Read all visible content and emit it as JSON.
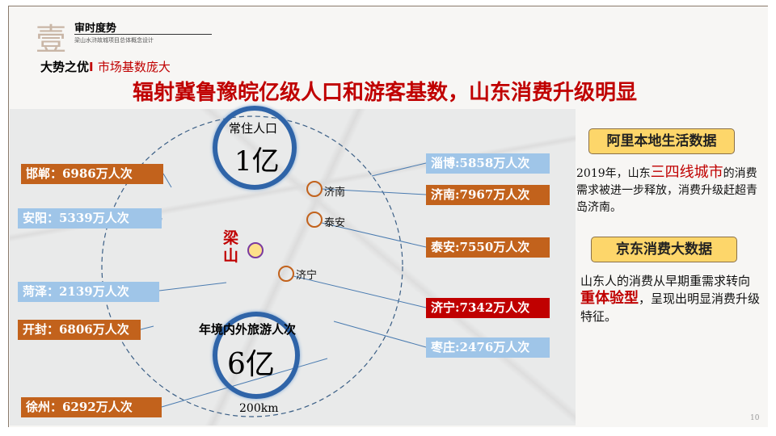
{
  "header": {
    "ordinal": "壹",
    "section": "审时度势",
    "project": "梁山水浒故城项目总体概念设计"
  },
  "subtitle": {
    "prefix": "大势之优",
    "separator": "I",
    "topic": "市场基数庞大"
  },
  "title": "辐射冀鲁豫皖亿级人口和游客基数，山东消费升级明显",
  "map": {
    "population_label": "常住人口",
    "population_value": "1亿",
    "tourist_label": "年境内外旅游人次",
    "tourist_value": "6亿",
    "center_city": "梁山",
    "scale": "200km",
    "cities": [
      "济南",
      "泰安",
      "济宁"
    ],
    "left_boxes": [
      {
        "text": "邯郸：6986万人次",
        "color": "#c2621c"
      },
      {
        "text": "安阳：5339万人次",
        "color": "#9fc5e8"
      },
      {
        "text": "菏泽：2139万人次",
        "color": "#9fc5e8"
      },
      {
        "text": "开封：6806万人次",
        "color": "#c2621c"
      },
      {
        "text": "徐州：6292万人次",
        "color": "#c2621c"
      }
    ],
    "right_boxes": [
      {
        "text": "淄博:5858万人次",
        "color": "#9fc5e8"
      },
      {
        "text": "济南:7967万人次",
        "color": "#c2621c"
      },
      {
        "text": "泰安:7550万人次",
        "color": "#c2621c"
      },
      {
        "text": "济宁:7342万人次",
        "color": "#c00000"
      },
      {
        "text": "枣庄:2476万人次",
        "color": "#9fc5e8"
      }
    ]
  },
  "panel": {
    "ali_title": "阿里本地生活数据",
    "ali_text_1": "2019年，山东",
    "ali_highlight": "三四线城市",
    "ali_text_2": "的消费需求被进一步释放，消费升级赶超青岛济南。",
    "jd_title": "京东消费大数据",
    "jd_text_1": "山东人的消费从早期重需求转向",
    "jd_highlight": "重体验型",
    "jd_text_2": "，呈现出明显消费升级特征。"
  },
  "page_number": "10"
}
